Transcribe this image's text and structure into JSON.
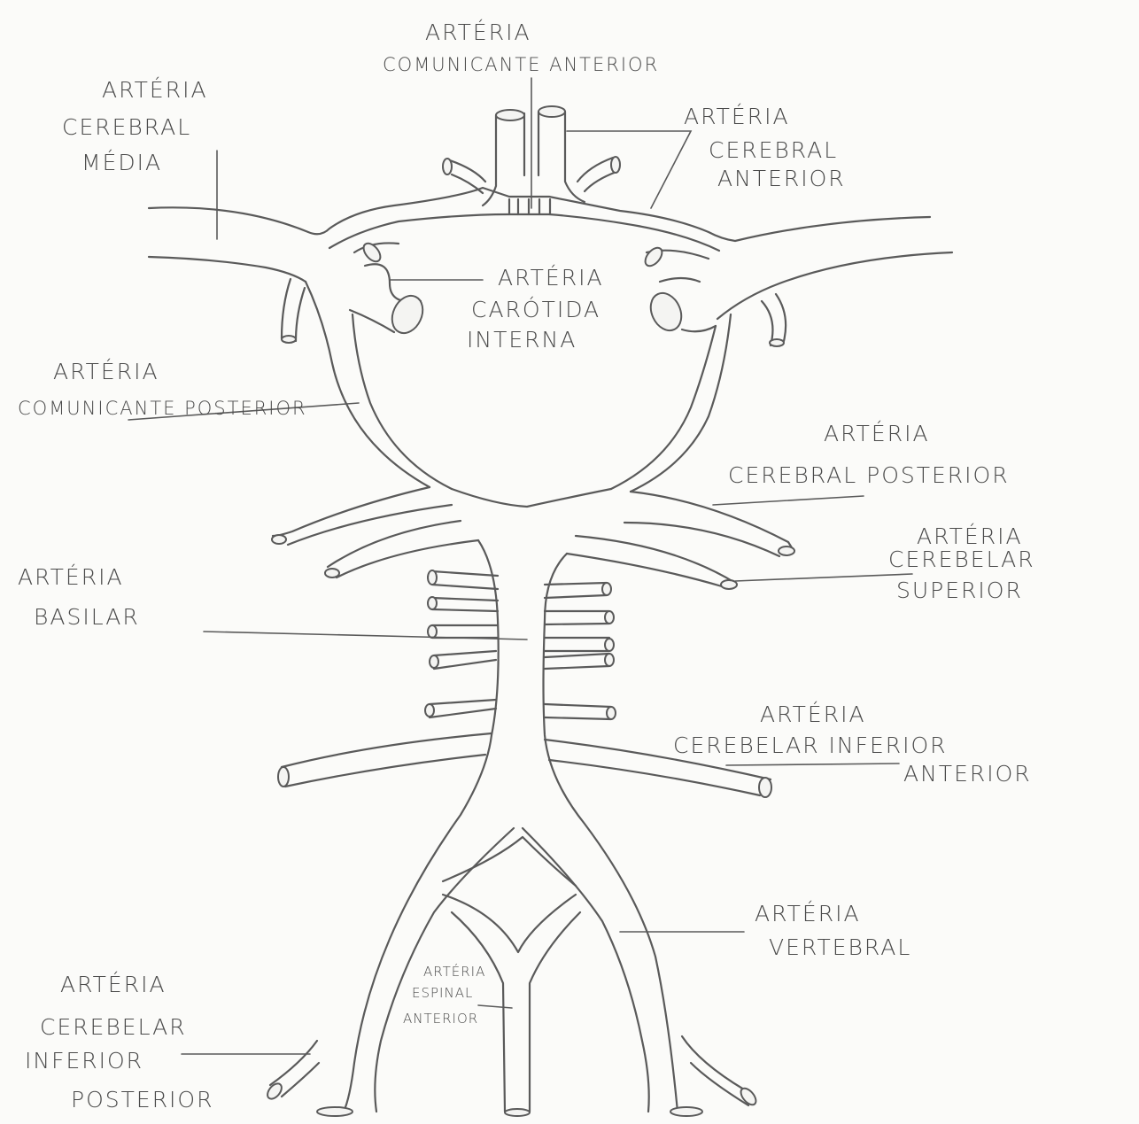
{
  "labels": {
    "comunicante_anterior": [
      "ARTÉRIA",
      "COMUNICANTE ANTERIOR"
    ],
    "cerebral_media": [
      "ARTÉRIA",
      "CEREBRAL",
      "MÉDIA"
    ],
    "cerebral_anterior": [
      "ARTÉRIA",
      "CEREBRAL",
      "ANTERIOR"
    ],
    "carotida_interna": [
      "ARTÉRIA",
      "CARÓTIDA",
      "INTERNA"
    ],
    "comunicante_posterior": [
      "ARTÉRIA",
      "COMUNICANTE POSTERIOR"
    ],
    "cerebral_posterior": [
      "ARTÉRIA",
      "CEREBRAL POSTERIOR"
    ],
    "cerebelar_superior": [
      "ARTÉRIA",
      "CEREBELAR",
      "SUPERIOR"
    ],
    "basilar": [
      "ARTÉRIA",
      "BASILAR"
    ],
    "cerebelar_inferior_anterior": [
      "ARTÉRIA",
      "CEREBELAR INFERIOR",
      "ANTERIOR"
    ],
    "vertebral": [
      "ARTÉRIA",
      "VERTEBRAL"
    ],
    "espinal_anterior": [
      "ARTÉRIA",
      "ESPINAL",
      "ANTERIOR"
    ],
    "cerebelar_inferior_posterior": [
      "ARTÉRIA",
      "CEREBELAR",
      "INFERIOR",
      "POSTERIOR"
    ]
  },
  "colors": {
    "ink": "#5a5a5a",
    "paper": "#fbfbf9"
  }
}
